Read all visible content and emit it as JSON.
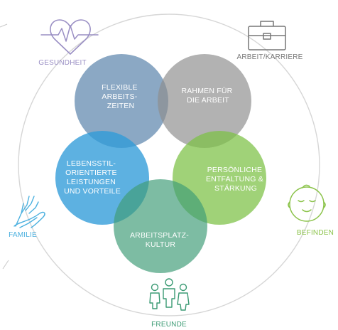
{
  "colors": {
    "ring": "#d6d6d6",
    "petal_text": "#ffffff",
    "icon_gray": "#8a8a8a",
    "gesundheit": "#9a8fc4",
    "arbeit": "#777777",
    "familie": "#4ab0df",
    "befinden": "#8bc34a",
    "freunde": "#3a9a73",
    "flexible": "#5e86ad",
    "rahmen": "#8e8e8e",
    "lebensstil": "#2f9bd8",
    "persoenliche": "#7cc144",
    "arbeitsplatz": "#3f9c77"
  },
  "outer_labels": {
    "gesundheit": "GESUNDHEIT",
    "arbeit": "ARBEIT/KARRIERE",
    "familie": "FAMILIE",
    "befinden": "BEFINDEN",
    "freunde": "FREUNDE"
  },
  "petals": {
    "flexible": [
      "FLEXIBLE",
      "ARBEITS-",
      "ZEITEN"
    ],
    "rahmen": [
      "RAHMEN FÜR",
      "DIE ARBEIT"
    ],
    "lebensstil": [
      "LEBENSSTIL-",
      "ORIENTIERTE",
      "LEISTUNGEN",
      "UND VORTEILE"
    ],
    "persoenliche": [
      "PERSÖNLICHE",
      "ENTFALTUNG &",
      "STÄRKUNG"
    ],
    "arbeitsplatz": [
      "ARBEITSPLATZ-",
      "KULTUR"
    ]
  }
}
